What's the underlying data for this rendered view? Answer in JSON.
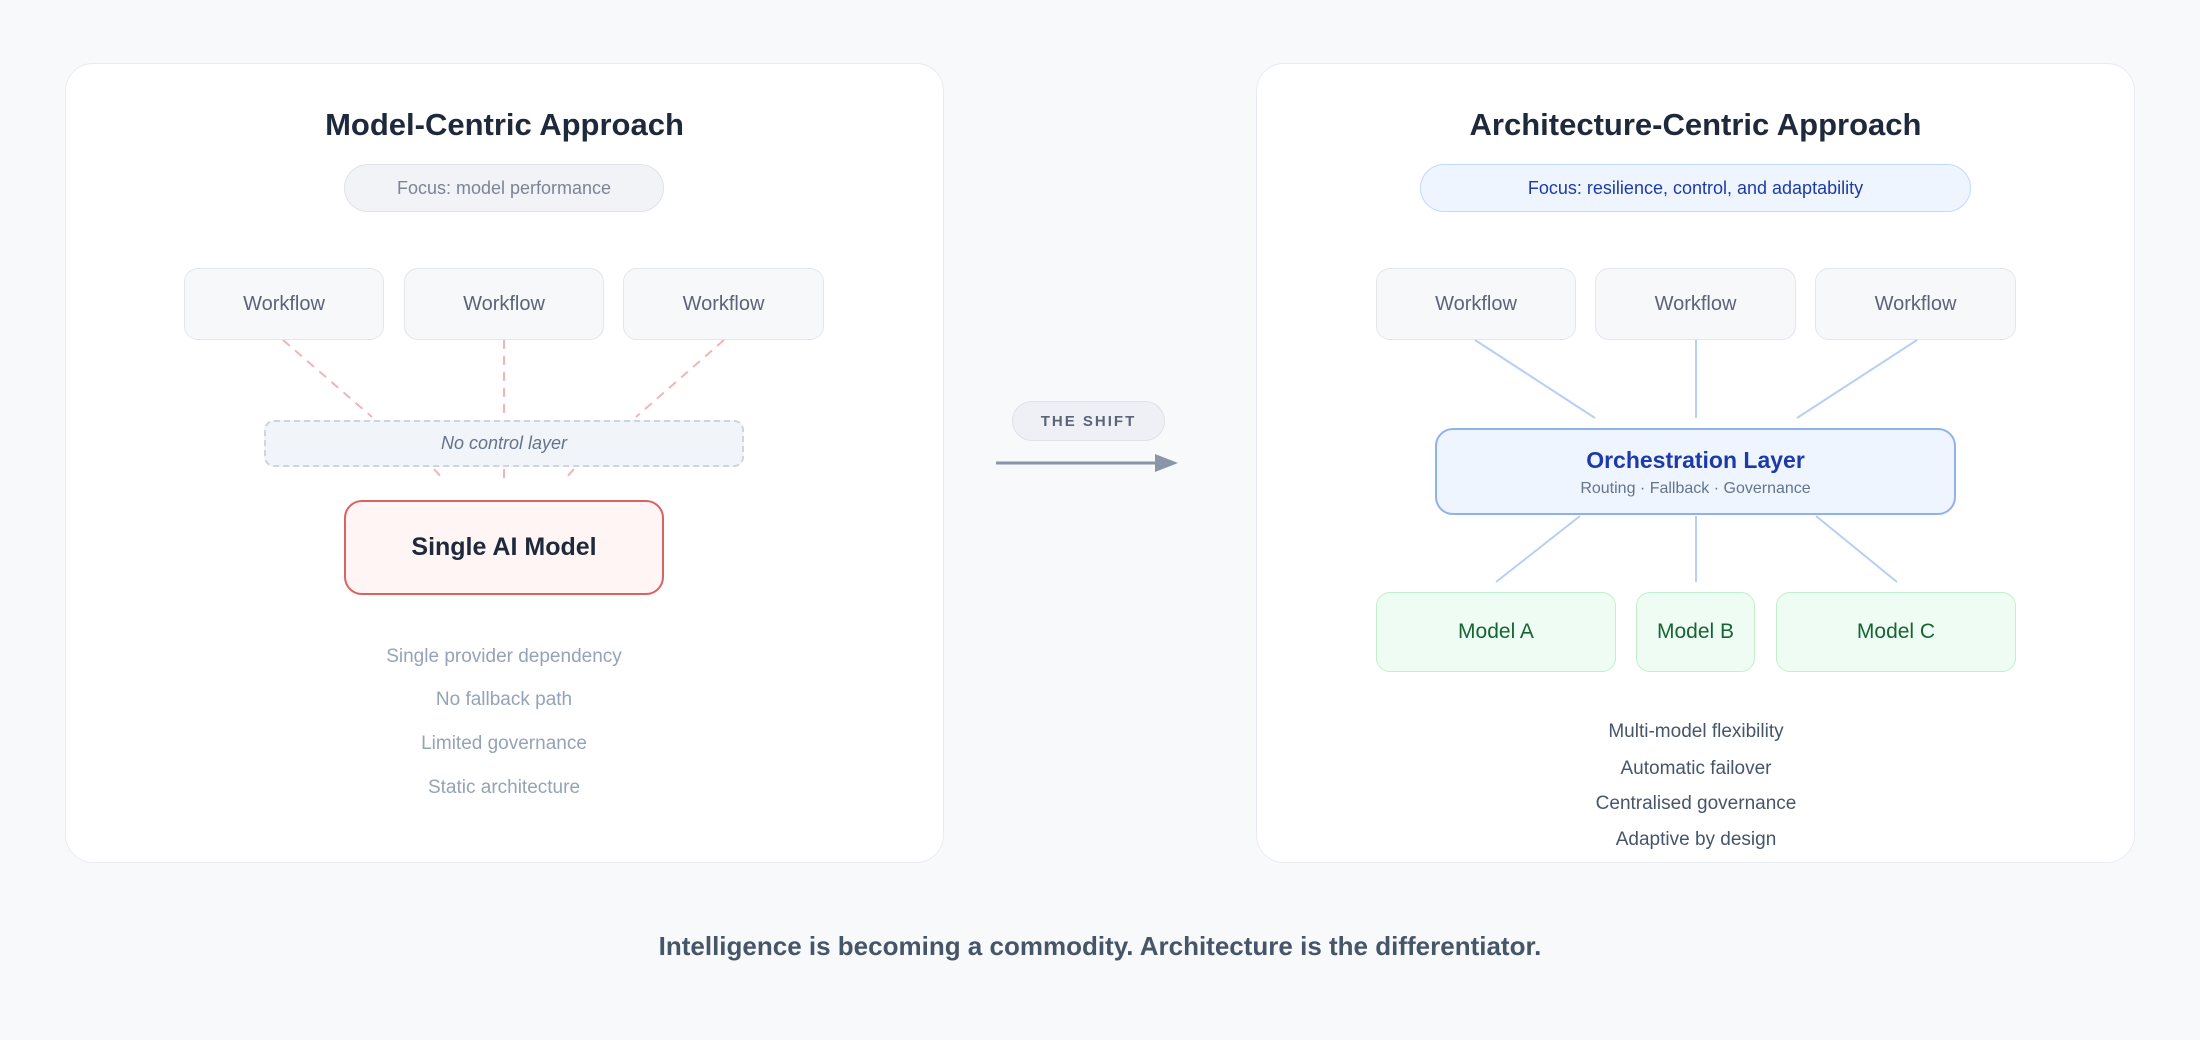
{
  "left": {
    "title": "Model-Centric Approach",
    "focus": "Focus: model performance",
    "workflows": [
      "Workflow",
      "Workflow",
      "Workflow"
    ],
    "control_layer": "No control layer",
    "model": "Single AI Model",
    "bullets": [
      "Single provider dependency",
      "No fallback path",
      "Limited governance",
      "Static architecture"
    ]
  },
  "shift": {
    "label": "THE SHIFT"
  },
  "right": {
    "title": "Architecture-Centric Approach",
    "focus": "Focus: resilience, control, and adaptability",
    "workflows": [
      "Workflow",
      "Workflow",
      "Workflow"
    ],
    "orchestration": {
      "title": "Orchestration Layer",
      "subtitle": "Routing · Fallback · Governance"
    },
    "models": [
      "Model A",
      "Model B",
      "Model C"
    ],
    "bullets": [
      "Multi-model flexibility",
      "Automatic failover",
      "Centralised governance",
      "Adaptive by design"
    ]
  },
  "footer": "Intelligence is becoming a commodity. Architecture is the differentiator.",
  "colors": {
    "red": "#dc6262",
    "blue": "#1e3aa8",
    "green": "#166534"
  }
}
